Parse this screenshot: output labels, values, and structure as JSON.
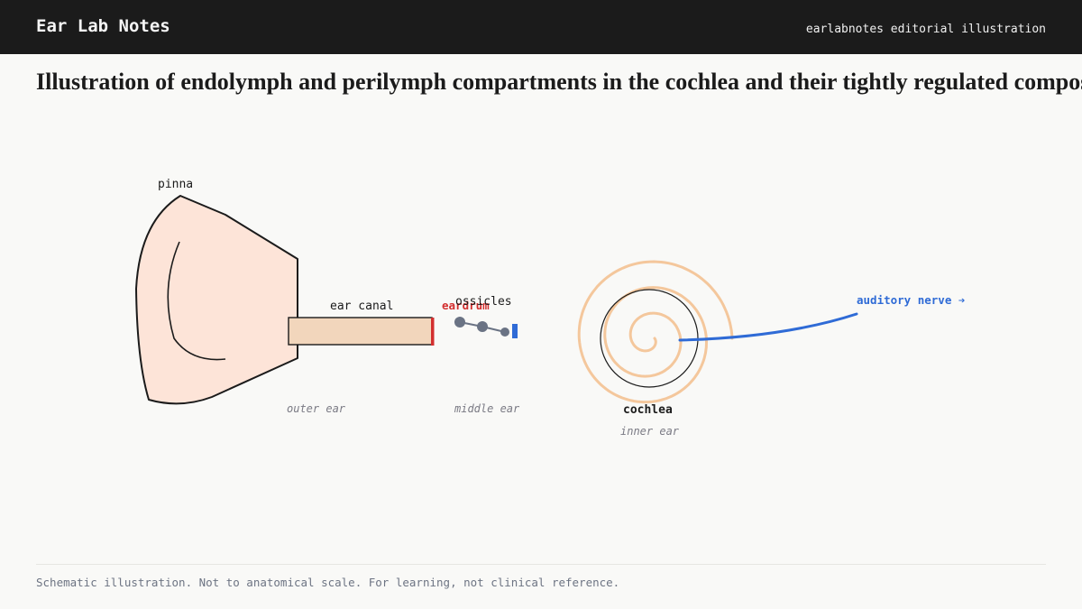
{
  "header": {
    "brand": "Ear Lab Notes",
    "tagline": "earlabnotes editorial illustration"
  },
  "title": "Illustration of endolymph and perilymph compartments in the cochlea and their tightly regulated composition",
  "diagram": {
    "labels": {
      "pinna": "pinna",
      "ear_canal": "ear canal",
      "eardrum": "eardrum",
      "ossicles": "ossicles",
      "cochlea": "cochlea",
      "auditory_nerve": "auditory nerve ➔"
    },
    "regions": {
      "outer_ear": "outer ear",
      "middle_ear": "middle ear",
      "inner_ear": "inner ear"
    },
    "colors": {
      "pinna_fill": "#fde4d8",
      "canal_fill": "#f2d6bc",
      "eardrum": "#d32f2f",
      "ossicles": "#6a7384",
      "cochlea_spiral": "#f4c79c",
      "nerve": "#2f6bd6",
      "outline": "#1b1b1b"
    }
  },
  "footer": {
    "note": "Schematic illustration. Not to anatomical scale. For learning, not clinical reference."
  }
}
